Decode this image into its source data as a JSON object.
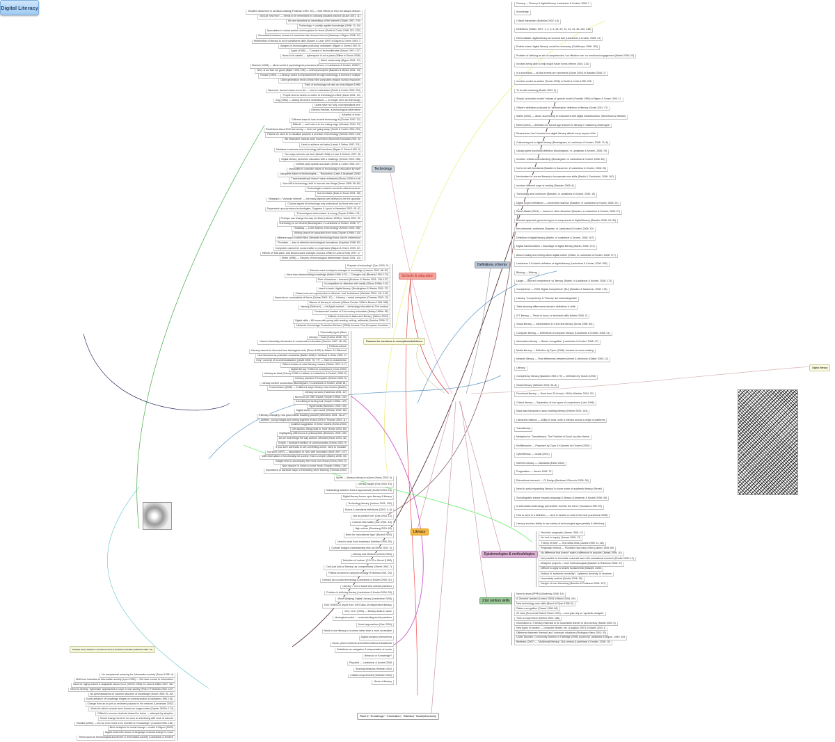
{
  "center": {
    "label": "Digital Literacy",
    "color": "#a9d3f5"
  },
  "branches": {
    "technology": {
      "label": "Technology",
      "color": "#c9d3de"
    },
    "schools": {
      "label": "Schools & education",
      "color": "#f4a8a0"
    },
    "reasons": {
      "label": "Reasons for variations in conceptions/definitions",
      "color": "#fbfbe2"
    },
    "definitions": {
      "label": "Definitions of terms",
      "color": "#b9c7da"
    },
    "literacy": {
      "label": "Literacy",
      "color": "#f5b94a"
    },
    "epistemologies": {
      "label": "Epistemologies & methodologies",
      "color": "#dcb0d2"
    },
    "c21": {
      "label": "21st century skills",
      "color": "#9cc79a"
    },
    "places": {
      "label": "Place in \"Knowledge\", \"Information\", \"Attention\" Society/Economy",
      "color": "#ffffff"
    },
    "future": {
      "label": "Possible future debates on evidence-centre & practices-orientation (Webster 2004: 14)",
      "color": "#f4f7dd"
    },
    "digital_literacy": {
      "label": "Digital literacy",
      "color": "#fbfbe2"
    }
  },
  "regions": [
    {
      "id": "technology",
      "items": [
        "Wouldn't allow tech in decision-making (Postman 1993: 30) — Side effects of tech not always obvious",
        "Not just 'new tech' — needs to be embedded in culturally-situated practice (Dusel 2001: 11)",
        "We are disturbed by immediacy of the Internet (Gilster 1997: 279)",
        "Technology + socially applied knowledge (1998: 12–16)",
        "Speculation in virtual worlds commonplace for teens (Smith & Curtin 1998: 221–222)",
        "Boundaries between humans & machines has become blurred (Haraway in Bigum 1998: 12)",
        "Redefinition of literacy to all of constituent skills (Kasten & Lauri 1997) in Bigum & Green 1993: 3",
        "Dangers of technologies producing 'unthinkers' (Bigum & Green 1993: 9)",
        "Apple (1998) — 'Concept of 'technoliterates' (Bruce 1997: 127)",
        "Need to be careful — cyberspace is not a place (Wilbur in Bruns 2008)",
        "Affect relationship (Bigum 2001: 12)",
        "Warnich (1998) — direct social & psychological processes (Bruce, in Lankshear & Knobel, 2008:7)",
        "Tech. is as 'bad' as 'good' (Bijker 1995: 245) — Anthropomorphic (Bawden & Meeks 2001: 34)",
        "Russell (1999) — Literacy rooted in empowerment through technology & therefore multiple",
        "Older generation tend to think their computers replace human resources",
        "Think of technology not only as tools (Bigum 1998)",
        "New tech. doesn't mean out of old — how to understand (Smith & Curtin 1998: 224)",
        "People tend to evolve to notion of technology's effect (Dusel 2001: 10)",
        "Dog (1982) — writing becomes 'neutralised' — no longer seen as technology",
        "Users have not 'fully' conceptualised tech",
        "Discuss theories, a technological determinist",
        "Adoption of tools",
        "Different ways to look at what technology is (Sourav 1997: 12)",
        "Difficult — can't return to the cutting edge (Webster 2004: 13)",
        "Predictions about 2010 are wrong — tech not 'going away' (Smith & Curtin 1998: 223)",
        "Places we need to re-visualise purpose & promise of technology (Kellner 2002: 104)",
        "Bill Vearnable realises wide movement (Moments Kosowski 2001: 8)",
        "Used to achieve old tasks (Lasak & Sellen 1997: 211)",
        "Mistakes to assume new technology will transform (Bigum & Green 1993: 3)",
        "Two ways schools use tech (Nutall 1998) in Lowe & Kellner 1997: 38",
        "Digital literacy perceives education with a challenge (Kellner 2003: 258)",
        "Defines point upside and down (Smith & Curtin 1998: 227)",
        "Impossible to consider nature of technology in education by itself",
        "Disruptive nature of technologies — 'Revolution' (Lake & Aspinwall 2006)",
        "'Transformational' doesn't mean enhanced (Roosu 2006 in Lot)",
        "Not shift in technology, shift in how we use things (Kress 1998: 69–60)",
        "Technologies rooted in social & cultural contexts",
        "Not inevitable (Bolts in Dusel 2001: 38)",
        "Telegraph = 'Victorian Internet' — but many aspects are believed to be the opposite",
        "Cultural aspect of technology only understood by those who use it",
        "Dependent upon previous technologies; Gogarten & Lynch in Haeselen 2002: 40–43",
        "'Technological determinism' is wrong (Snyder 1998a: 131)",
        "Perhaps can change the way we think (Latham 1995) in Turkle 2001: 30",
        "Technology is not neutral (Buckingham, in Lankshear & Knobel, 2008: 77)",
        "Headway — Lehrn Manon of technology (Kellner 2006: 255)",
        "Writing cannot be separated from tools (Snyder 1998b: 140)",
        "Different ways in which New Literacies technology focus can be understood",
        "Promises — loss of attention technological innovations (Kapthart 1998: 82)",
        "Computers cannot be conservative or progressive (Bigum & Green 1993: 12)",
        "Effects of 'first-wave' and second-wave changes (Corpus 1998) in Lowe & Kelly 1997: 17",
        "Webb (1998) — Failures of technological determinism (Dusel 2001: 13)"
      ]
    },
    {
      "id": "schools",
      "items": [
        "Purpose of schooling? (Carr 2003: 3)",
        "Schools need to adapt to changes in knowledge (Lesnick 2002: 86–87)",
        "More than disseminating knowledge (Webb 1998: 147) — Changes role (Bowers 1994: 174)",
        "Role of teachers = research (Bochner & Weeks 2001: 108–127)",
        "A competition for attention with media (Gilson 1996a: 142)",
        "Need to teach 'digital literacy' (Buckingham & Weeks 2001: 27)",
        "Classrooms not a good place to discover 'real' behaviours (Webster 2004: 141–142)",
        "Depends on conceptions of future (Cuban 2001: 12) — Literacy = social enterprise (Chanser 2003: 13)",
        "Misuse of literacy in schools (Wilson Dunder 1996 in Bowen 1998: 366)",
        "Naming (Deleuze) — not Apple context — technology education in 21st century",
        "Fundamental function of 21st century education (Barley 1998a: 85)",
        "Attitude of schools to tasks and 'literacy' (Wilson 2004)",
        "Digital skills = 85 hours with young with reading, writing, arithmetic (Jenkins 2006: 7)",
        "Nintendo 'Knowledge Production Reform' (2006) focuses: Five European Countries"
      ]
    },
    {
      "id": "reasons",
      "items": [
        "Personality types (Mac)",
        "Literacy = 'local' (Kahne 2006: 76)",
        "Hasn't rhetorically demanded in conservative education (Newton 1997: 48–49)",
        "Political outlook",
        "Literacy cannot be divorced from ideological roots (Street 1995) in Mason & Littlewood",
        "New literacies as potential constraints (Baillie 1998) in Welland & Hicks 1998: 11",
        "Only: 'concept of recontextualisation (Jewitt 2005: 76, 77)' — Hard to characterise",
        "Different ideas of what 'literacy' means (Gilster 1997: 5–7)",
        "Digital literacy? Different conceptions (Coiro 2003)",
        "Literacy as lived (Harvey 1998 in Laidlaw, in Lankshear & Knobel, 2008: 8)",
        "Literacy practices Perception (Kellner 2005: 5)",
        "Literacy confirm social class (Buckingham, in Lankshear & Knobel, 2008: 81)",
        "Cross Nelson (2006) — 6 different ways 'literacy' has evolved (Martin)",
        "Literacy as work (Haneman 2001: 12)",
        "Not focus on ONE impact (Snyder 1998a: 130)",
        "A troubling & turning tool (Snyder 1998a: 129)",
        "Hypermedia (Burbules 1998: 105)",
        "Digital world = open world (Webber 2002: 66)",
        "If literacy changing, how good habits touching yourself (Weinstein 2001: 26–27)",
        "Abilities: young images and writing together (Kress 2003 in Thomas 2004: 11)",
        "Coalition suggestion in these models (Kress 2003)",
        "Life-studies: things lead to 'hold' (Kress 2003: 85)",
        "Highlighting differences in philosophies (Burbules 1998: 105)",
        "Do we treat things the way authors intended (Hicks 2004: 46)",
        "Scripts = dominant medium of communication (Kress 2003: 9)",
        "If you don't want kids to see something online, need to 'educate'",
        "Not Wolf (1997) — association of 'new' with innovation (Wolf 1997: 147)",
        "With information of functionally not society: that is complex (Barley 2005: 43)",
        "Images tend to accompany text more not versus (Kress 2003: 5)",
        "New 'spaces' in which to move 'texts' (Snyder 1998a: 136)",
        "Importance of advance ways of interacting when learning (Thomas 2003)"
      ]
    },
    {
      "id": "literacy",
      "items": [
        "Spirits — literacy belong to culture (Kress 2003: 9)",
        "Literacy taught (Gee 2004: 16)",
        "Illuminating between texts & approaches (Knobel 2004: 16)",
        "Digital literacy forces upon literacy & literacy",
        "Technology literacy (Ledoux 2001: 100)",
        "Bonus & standards definitions (2003: 4–5)",
        "Not all printed 'text' (Gee 2004: 12)",
        "Cultural information (Garr 2001: 18)",
        "High culture (Blomberg 2004: 63)",
        "Need for 'educational' type' (Bucket 2003)",
        "Need to read 'from readiness' (Webber 2005: 53)",
        "Culture/ images understanding tells us (Kress 2001: 3)",
        "Literacy and literacies (Kress 2003)",
        "Definition of 'culture' (CCCS in Street (1995)",
        "Can't just look at 'literacy' as 'competences' (Street 1993: 7)",
        "Politics involved in using technology (Friedman 2001: 26)",
        "Literacy as a social technology (Lankshear & Knobel 2008: 41)",
        "Literacy = set of social and cultural practices",
        "Problem in defining literacy (Lankshear & Knobel 2004: 53)",
        "Mixed (Beijing) Digital Literacy (Lankshear 2008)",
        "Ever UNESCO report from 1957 talks of independent literacy",
        "Gee, et al. (1996) — literacy deals in value",
        "Ideological model — understanding social practices",
        "Novel approaches (Gee 2004)",
        "Need to see literacy in a sense rather than a more accessible",
        "Digital complex phenomena",
        "Gross, prices contexts and written/without educational",
        "Definitions as navigation & interpretation of words",
        "Behavior or Knowledge?",
        "Physicist — Lankshear & Knobel 2008",
        "Diversity literacies Webster 2004",
        "Critical competencies (Webster 2004)",
        "Views of literacy"
      ]
    },
    {
      "id": "places",
      "items": [
        "No unequivocal meaning for 'Information society' (Dusel 1995: 4)",
        "Shift from industrial to information society (Lyon 1998) — We have moved to information",
        "Need for highly trained & adaptable labour force (OECD 1996) in Lewis & Wilkin 1997: 181",
        "Need to develop 'right-brain' approaches in cope in new society (Pink in Friedman 2002: 107)",
        "No generalisations on superior structure of knowledge (Dusel 1998: 91–92)",
        "Social advance of knowledge hinges on communication (Goldhaber 1996: 161)",
        "Change from an as yet un-reviewed purpose in the network (Lankshear 2002)",
        "World for which schools were formed no longer exists (Snyder 2002a: 174)",
        "Difficult to ensure students trained for future — attempts by adoption",
        "Social change tends to be seen as interfering with work of schools",
        "Roddick (2002) — Do we even need to be rewritten in Knowledge? (Coward 2006: 181)",
        "Best metaphor for social change = model & Bigum (2003)",
        "Digital tools both rescue & language of social change to Coon",
        "'Terms such as 'technological accelerant' & 'information society' (Lankshear & Knobel)"
      ]
    },
    {
      "id": "definitions",
      "items": [
        "Fluency — Fluency & digital literacy: Lankshear & Knobel, 2008: 3",
        "Knowledge",
        "Critical interaction (Bodleian 2002: 18)",
        "Definitions (Gilster 1997: 1, 2, 3, 6, 28, 29, 31, 33, 34, 35, 230, 246)",
        "Eshet-Alkalai: digital literacy as survival skill (Lankshear & Knobel, 2008: 21)",
        "Enable where 'digital literacy' would be necessary (Goldthorpe 1998: 163)",
        "Problem of defining as set of competencies / an effective one: no emotional engagement (Martin 2008: 20)",
        "Involves being able to help shape future forms (Helme 2004: 214)",
        "Is a shorthand — all that events are ephemeral (Clyde 2004) in Bawden 2008: 17",
        "Involves model as author (Tuckin 2006) in Smith & Curtin 1998: 228",
        "To do with meaning (Boelle 2003: 9)",
        "Simply 'production model' instead of 'growth model' (Franklin 1990) in Bigum & Green 1993: 11",
        "Gilster's definition produced on 'performative' definition of literacy (Gurak 2001: 27)",
        "Martin (2003) — about 'succeeding in encounters with digital infrastructures' (Hinrichsen & Weibull)",
        "Eshet (2004) — definition for school age learners in literacy is 'mastering challenges'",
        "Researchers don't involve how digital literacy affects every aspect of life",
        "Cultural aspect in digital literacy (Buckingham, in Lankshear & Knobel, 2008: 74–8)",
        "Usually gives functional definition (Buckingham, in Lankshear & Knobel, 2008: 76)",
        "Involves 'critical understanding' (Buckingham, in Lankshear & Knobel, 2008: 83)",
        "Not to be with functional (Bawden & Saracevic, in Lankshear & Knobel, 2008: 30)",
        "Mechanism for current literacy to incorporate new skills (Martin & Grudziecki, 2008: 167)",
        "Involves different ways of reading (Bawden 2008: 8)",
        "Technology and continuum (Bawden, in Lankshear & Knobel, 2008: 19)",
        "Digital project definitions — somewhat vicarious (Bawden, in Lankshear & Knobel, 2008: 23)",
        "Eshet-Alkalai (2004) — based on 'other literacies' (Bawden, in Lankshear & Knobel, 2008: 27)",
        "Blended approach gives two types of components in digital literacy (Bawden 2008: 29–30)",
        "Key elements: audiences (Bawden, in Lankshear & Knobel, 2008: 30)",
        "Definition of digital literacy (Martin, in Lankshear & Knobel, 2008: 167)",
        "Digital transformation = final stage of digital literacy (Martin, 2008: 173)",
        "About reading and writing within digital culture (Gilster, in Lankshear & Knobel, 2008: 177)",
        "Lankshear & Knobel's definition of digital literacy (Lankshear & Knobel, 2008: 258)",
        "Bildung — Bildung",
        "Usage — Blurred 'competence' vs 'literacy' (Martin, in Lankshear & Knobel, 2008: 171)",
        "Competence — 2006 'Digital Competence' (EU) (Bawden & Saracevic, 2008: 176)",
        "Literacy, 'Competency' & 'Fluency' are interchangeable",
        "Table showing differences between definitions & skills",
        "ICT literacy — Tends to focus on technical skills (Martin 2006: 2)",
        "Visual literacy — Interpretation in a text-first literacy (Kress 1998: 55)",
        "Computer literacy — Definitions of computer literacy (Lankshear & Knobel, 2008: 21)",
        "Information literacy — Based 'recognition' (Lankshear & Knobel, 2008: 47)",
        "Media literacy — Definition by Tyner (1998): focused on news-reading",
        "Network literacy — First differences between printed & electronic (Gilster 2000: 12)",
        "Literacy",
        "Competency literacy (Bawden 1998: 179) — Definition by Tuckin (1993)",
        "Global literacy (Webster 2004: 96–8)",
        "Functional literacy — Grew from 20 Army in 1940s (Webber 2004: 22)",
        "Critical literacy — Separation of four types of competence (Luke 1996)",
        "Mass-task literacies in sans enabling literacy (Kellner 2003: 163)",
        "Literacies relations — Ability to read, write & interact across a range of platforms",
        "Transliteracy",
        "Metaphor for 'Transliteracy': The Problem of Scroll, by Alan Hanke",
        "Multiliteracies — Proposed by Cope & Kalantzis for Grawer (2000)",
        "Cyberliteracy — Gurak (2001)",
        "Internet Literacy — Standards (Eshet 2002)",
        "Pragmatism — James 1995: 73",
        "Educational research — Di Design (Barbosa & Boccolo 2006: 95)",
        "Need to avoid expanding 'literacy' to cover some of academic literacy (Street)",
        "Sociolinguistic stance towards language & literacy (Lankshear & Knobel 2008: 49)",
        "Is information technology just another tool like the them? (Goodson 1998: 99)",
        "How to seek to a definition — need to decide on what is the best (Lankshear 2008)",
        "Literacy involves ability to use variety of technologies appropriately & effectively"
      ]
    },
    {
      "id": "epistemologies",
      "items": [
        "'Heuristic' pragmatic (James 1995: 17)",
        "No 'end in inquiry' (James 1995: 17)",
        "'Theory of truth' — True ideas tests (James 1995: 21, 88)",
        "Pragmatic method — Pluralism has many critics (James 1995: 89)",
        "No difference that doesn't make a difference in practice (James 1995: 20)",
        "Not possible to formulate universal laws with educational research (Brodie 2006: 12)",
        "Metaphor projects = more methodological (Bawden & Robinson 2006: 97)",
        "Difficult to apply to shared fundamental (Bawden 2006)",
        "Notions of 'epistemic mentality' / 'epistemic dexterity' in students",
        "Uncertainty method (Brodie 2006: 95)",
        "Danger of over-theorising (Bawden & Robinson 2006: 107)"
      ]
    },
    {
      "id": "c21",
      "items": [
        "Need to know (FPRU) (Borkenry 2008: 19)",
        "A 'Zeroeist' needed (Lenton 2003) in Bruns 2008: 294",
        "New technology, new skills (Bosch & Ryan 1996: 6)",
        "Pattern recognition (Cassel 1998: 68)",
        "20 Jobs (Economist Robert Reich 1992) — new jobs rely on 'symbolic analysts'",
        "Time to experiment (Kellner 2003: 168)",
        "Information & IT literacy essential to be successful learner in 21st century (Martin 2003: 6)",
        "New types of student — computer literate, etc. (Langdon 2007) in Martin 2003: 8",
        "Difference between 'thermal' and 'corrosive' situations (Rodriguez Illera 2003: 53)",
        "Under Disorder, Community Barriers in Trafiridge (1995) quoted by Lankshear & Bigum, 1999: 454",
        "Beetham (2007) — 'Multimodal literacy' 21st century (Lankshear & Knobel, 2008: 19)"
      ]
    }
  ]
}
